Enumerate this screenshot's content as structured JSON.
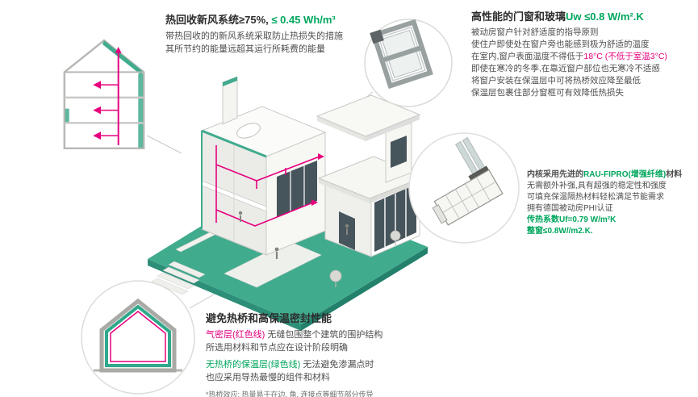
{
  "colors": {
    "teal": "#41AB8E",
    "green": "#00A65D",
    "magenta": "#E6007E",
    "body_text": "#4E4E4E"
  },
  "icons": {
    "main": "isometric-house-cutaway",
    "heat_recovery": "house-section-ventilation-arrows",
    "window_corner": "window-frame-corner-detail",
    "window_profile": "window-profile-cross-section",
    "envelope": "house-section-insulation-envelope"
  },
  "callouts": {
    "heat_recovery": {
      "title_black": "热回收新风系统≥75%,",
      "title_green": " ≤ 0.45 Wh/m³",
      "line1": "带热回收的的新风系统采取防止热损失的措施",
      "line2": "其所节约的能量远超其运行所耗费的能量"
    },
    "windows": {
      "title_black": "高性能的门窗和玻璃",
      "title_green": "Uw ≤0.8 W/m².K",
      "line1": "被动房窗户针对舒适度的指导原则",
      "line2": "使住户即使处在窗户旁也能感到极为舒适的温度",
      "line3_black": "在室内,窗户表面温度不得低于",
      "line3_red": "18°C (不低于室温3°C)",
      "line4": "即使在寒冷的冬季,在靠近窗户部位也无寒冷不适感",
      "line5": "将窗户安装在保温层中可将热桥效应降至最低",
      "line6": "保温层包裹住部分窗框可有效降低热损失"
    },
    "profile": {
      "line1_black_a": "内核采用先进的",
      "line1_green": "RAU-FIPRO(增强纤维)",
      "line1_black_b": "材料",
      "line2": "无需额外补强,具有超强的稳定性和强度",
      "line3": "可填充保温隔热材料轻松满足节能需求",
      "line4": "拥有德国被动房PHI认证",
      "line5_green": "传热系数Uf=0.79 W/m²K",
      "line6_green": "整窗≤0.8W//m2.K."
    },
    "thermal_bridge": {
      "title": "避免热桥和高保温密封性能",
      "line1_red": "气密层(红色线)",
      "line1_black": " 无缝包围整个建筑的围护结构",
      "line2": "所选用材料和节点应在设计阶段明确",
      "line3_green": "无热桥的保温层(绿色线)",
      "line3_black": " 无法避免渗漏点时",
      "line4": "也应采用导热最慢的组件和材料",
      "note": "*热桥效应: 热量易于在边, 角, 连接点等细节部分传导"
    }
  }
}
